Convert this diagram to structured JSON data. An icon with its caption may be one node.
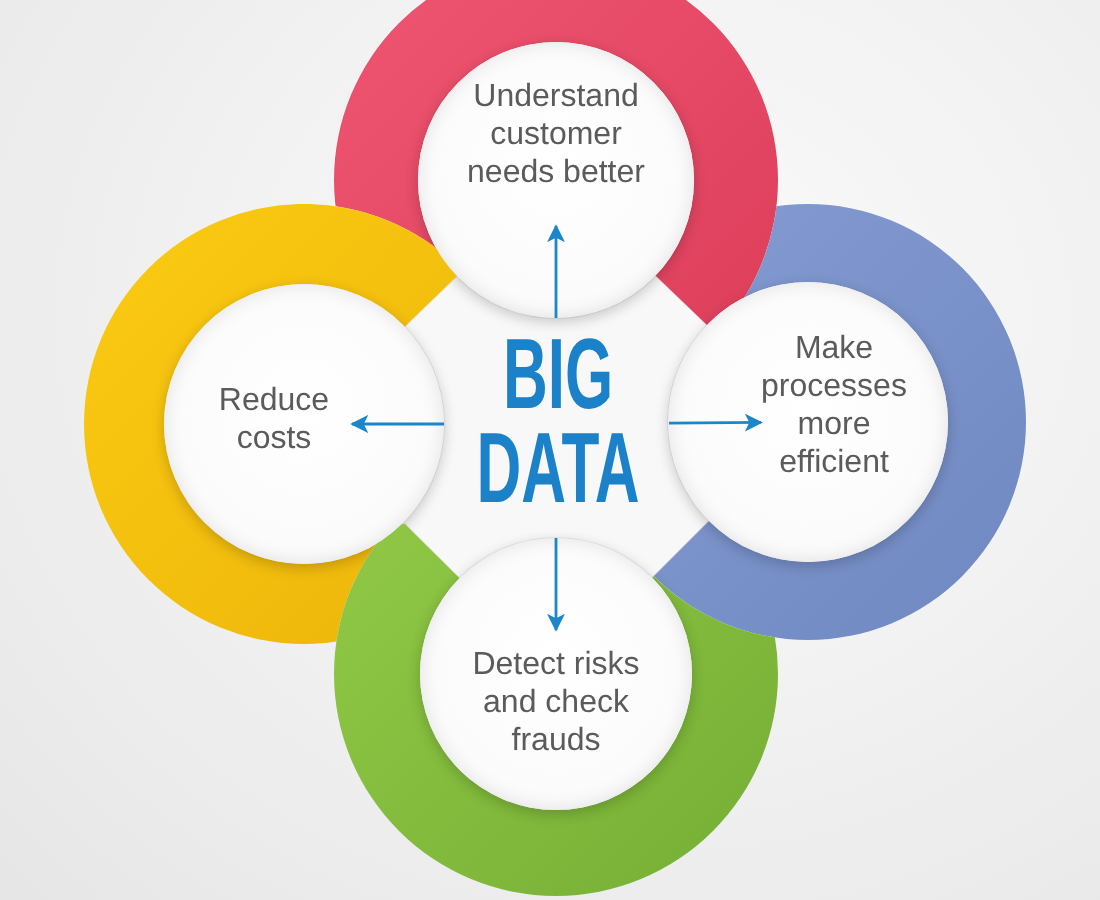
{
  "diagram": {
    "nodes": [
      {
        "text": [
          "Understand customer needs better"
        ]
      },
      {
        "text": [
          "Reduce costs"
        ]
      },
      {
        "text": [
          "BIG DATA"
        ]
      },
      {
        "text": [
          "Make processes more efficient"
        ]
      },
      {
        "text": [
          "Detect risks and check frauds"
        ]
      }
    ],
    "edges": [
      {
        "from": 2,
        "to": 0,
        "arrow": "to"
      },
      {
        "from": 2,
        "to": 1,
        "arrow": "to"
      },
      {
        "from": 2,
        "to": 3,
        "arrow": "to"
      },
      {
        "from": 2,
        "to": 4,
        "arrow": "to"
      }
    ]
  }
}
